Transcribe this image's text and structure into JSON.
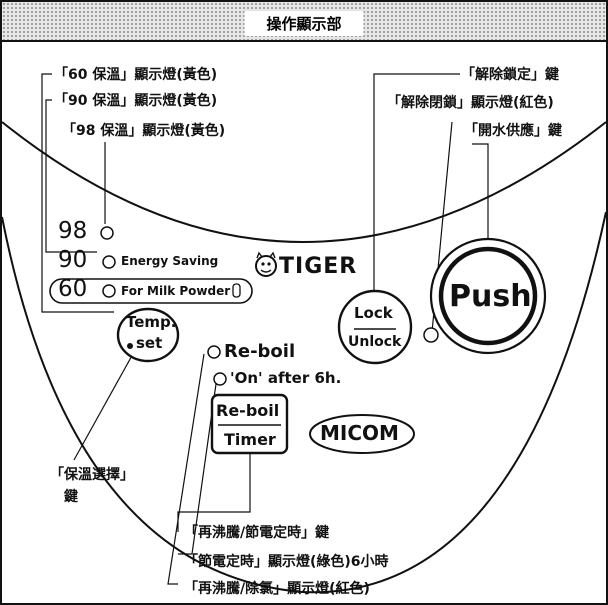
{
  "header": {
    "title": "操作顯示部"
  },
  "callouts": {
    "lamp_60": "「60 保溫」顯示燈(黃色)",
    "lamp_90": "「90 保溫」顯示燈(黃色)",
    "lamp_98": "「98 保溫」顯示燈(黃色)",
    "unlock_key": "「解除鎖定」鍵",
    "unlock_lamp": "「解除閉鎖」顯示燈(紅色)",
    "dispense_key": "「開水供應」鍵",
    "temp_select_key_line1": "「保溫選擇」",
    "temp_select_key_line2": "鍵",
    "reboil_timer_key": "「再沸騰/節電定時」鍵",
    "timer_lamp": "「節電定時」顯示燈(綠色)6小時",
    "reboil_lamp": "「再沸騰/除氯」顯示燈(紅色)"
  },
  "panel": {
    "temp_98": "98",
    "temp_90": "90",
    "temp_60": "60",
    "energy_saving": "Energy Saving",
    "milk_powder": "For Milk Powder",
    "brand": "TIGER",
    "temp_button": {
      "line1": "Temp.",
      "line2": "set"
    },
    "reboil_label": "Re-boil",
    "on_after_label": "'On' after 6h.",
    "reboil_timer_button": {
      "line1": "Re-boil",
      "line2": "Timer"
    },
    "micom": "MICOM",
    "lock_button": {
      "line1": "Lock",
      "line2": "Unlock"
    },
    "push_button": "Push"
  }
}
